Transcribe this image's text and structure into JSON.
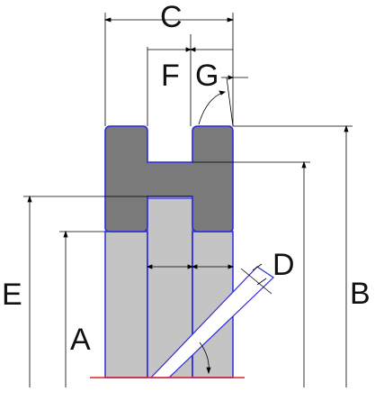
{
  "labels": {
    "c": "C",
    "f": "F",
    "g": "G",
    "d": "D",
    "e": "E",
    "a": "A",
    "b": "B"
  },
  "colors": {
    "outline": "#2a2adf",
    "dark_fill": "#7a7a7a",
    "light_fill": "#c4c4c4",
    "base_line": "#e02020",
    "dimension_line": "#000000",
    "background": "#ffffff"
  }
}
